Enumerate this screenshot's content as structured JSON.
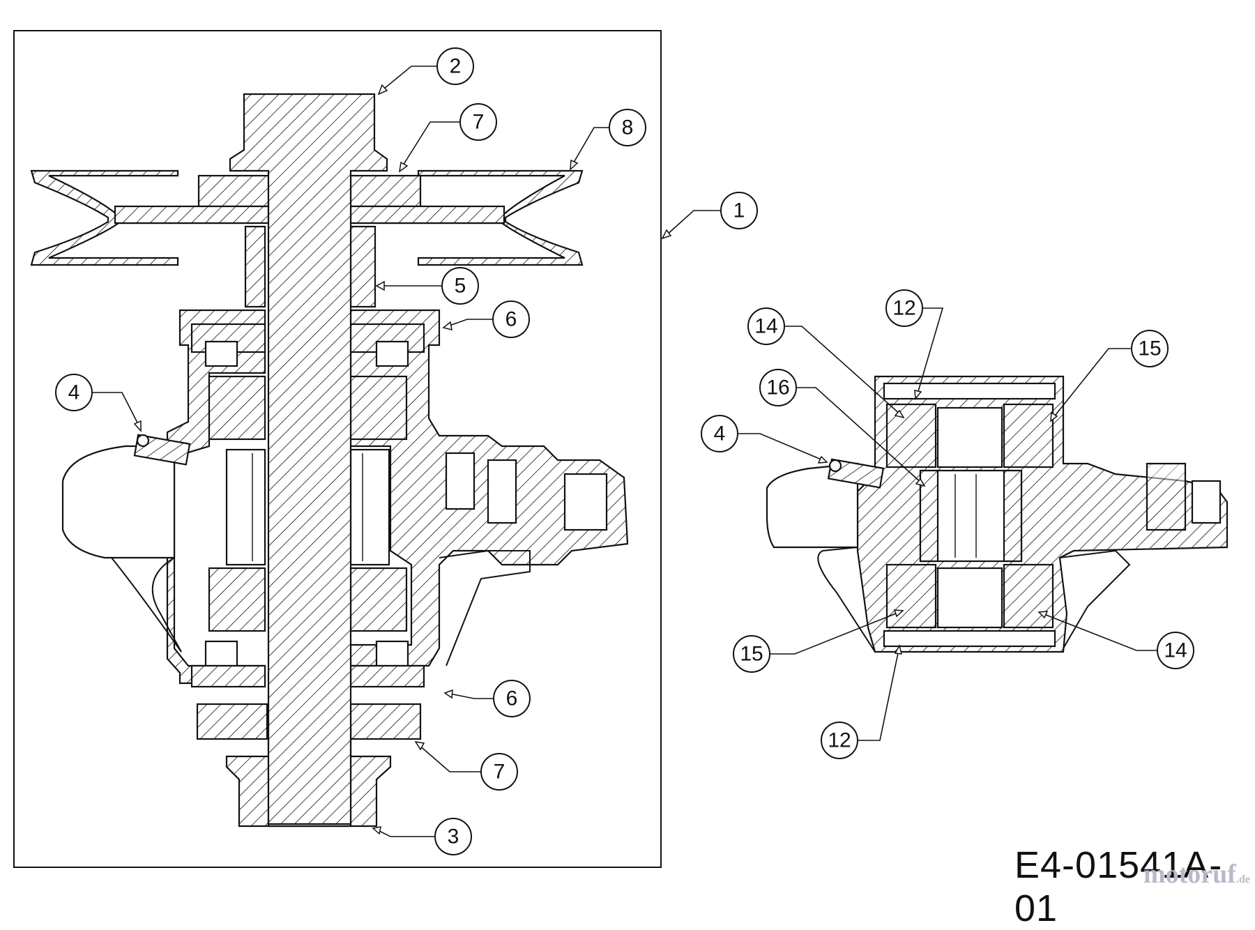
{
  "diagram": {
    "drawing_code": "E4-01541A-01",
    "watermark": {
      "main": "motoruf",
      "tld": ".de"
    },
    "callouts_left": {
      "c1": "1",
      "c2": "2",
      "c3": "3",
      "c4": "4",
      "c5": "5",
      "c6a": "6",
      "c6b": "6",
      "c7a": "7",
      "c7b": "7",
      "c8": "8"
    },
    "callouts_right": {
      "c4": "4",
      "c12a": "12",
      "c12b": "12",
      "c14a": "14",
      "c14b": "14",
      "c15a": "15",
      "c15b": "15",
      "c16": "16"
    }
  }
}
